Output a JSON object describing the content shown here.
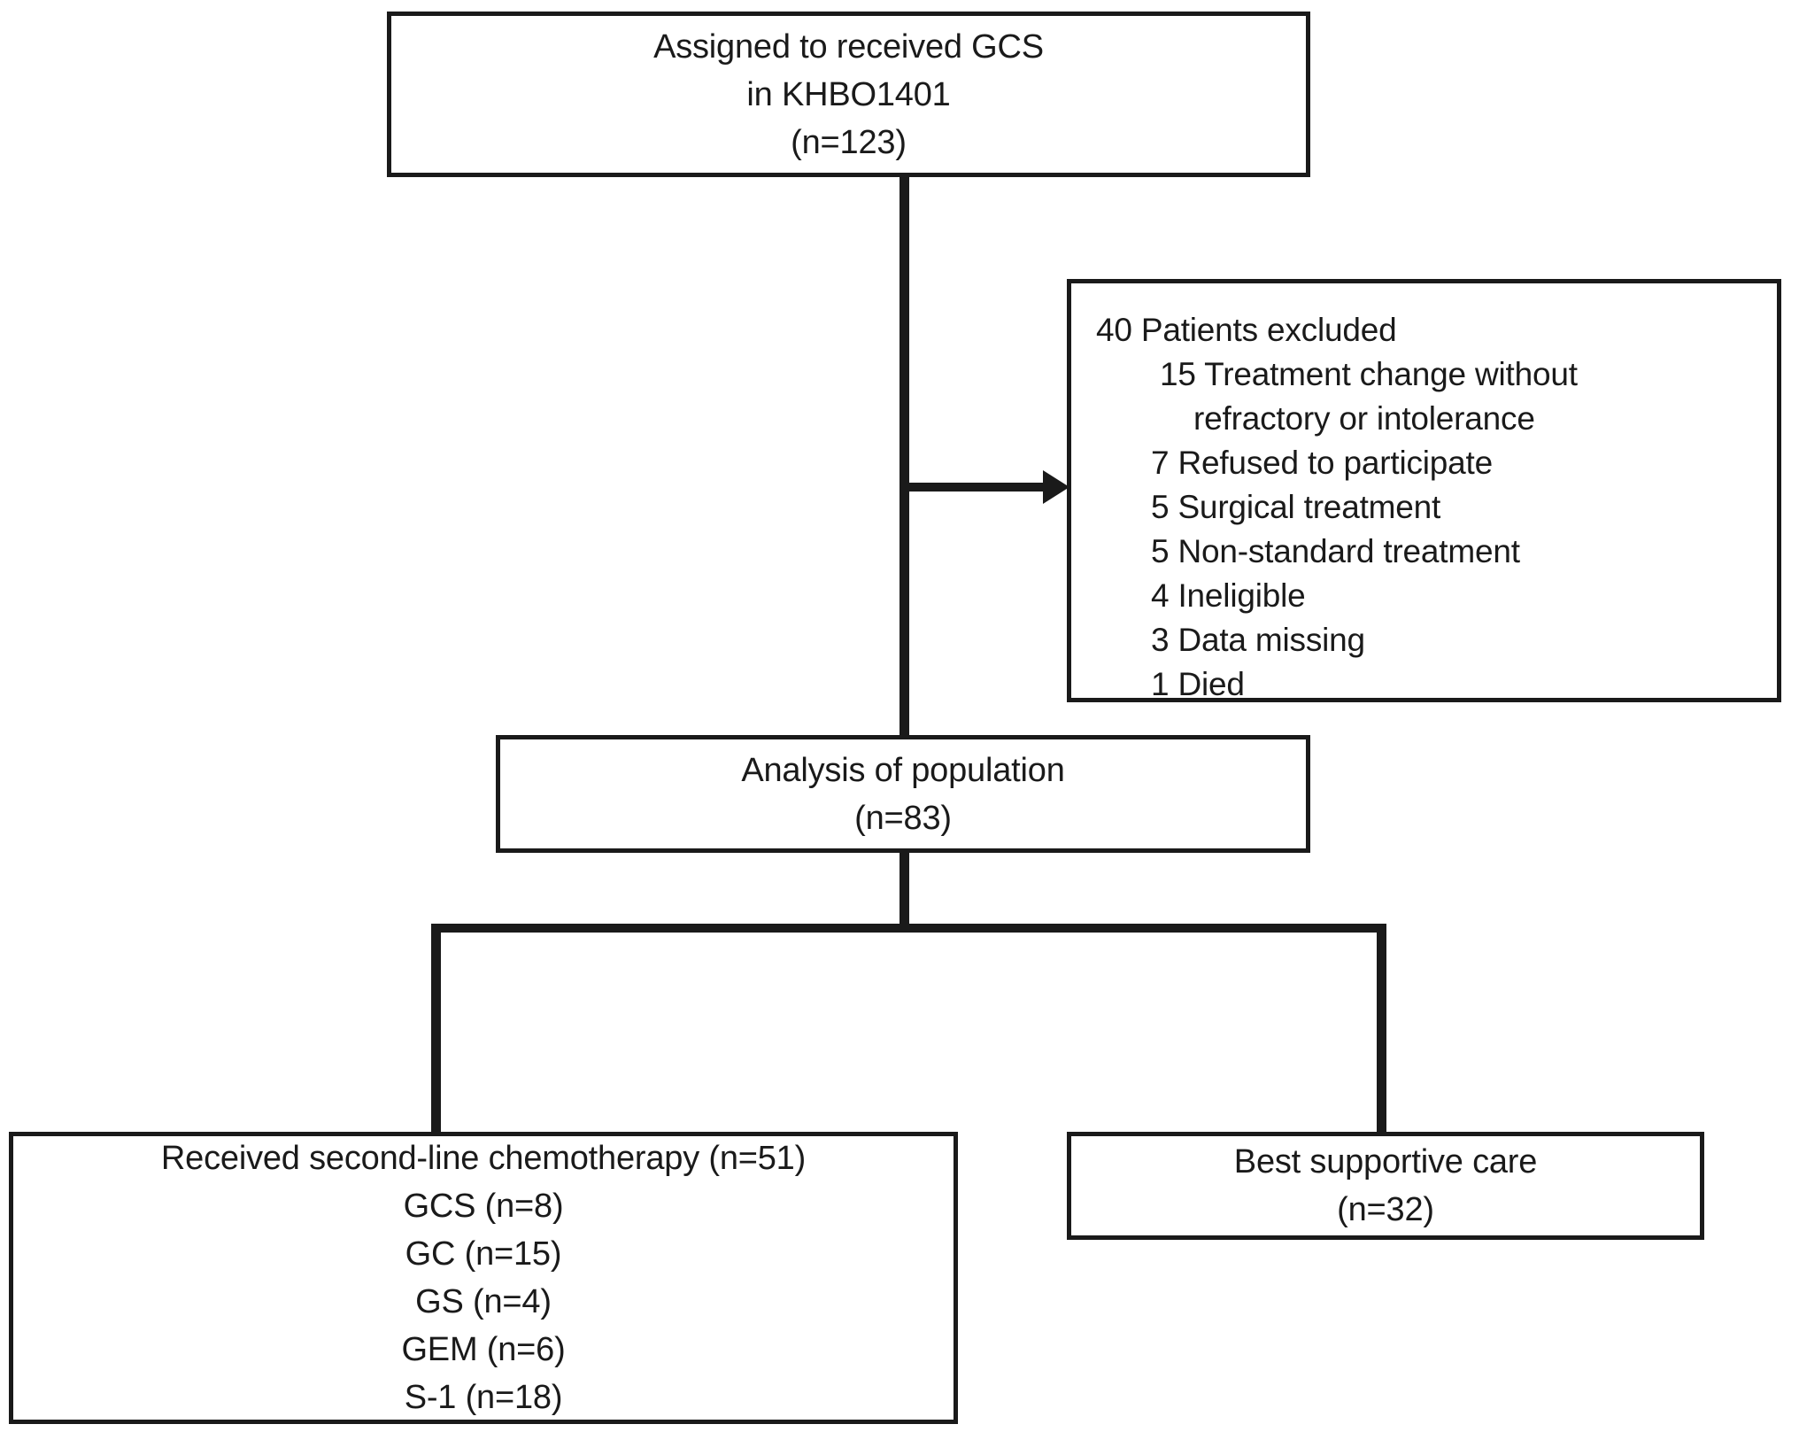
{
  "figure": {
    "type": "consort-flow-diagram",
    "title": "",
    "line_color": "#1a1a1a",
    "background": "#ffffff"
  },
  "nodes": {
    "enrolled": {
      "lines": [
        "Assigned to received GCS",
        "in KHBO1401",
        "(n=123)"
      ]
    },
    "excluded": {
      "header": "40 Patients excluded",
      "reasons": [
        {
          "label": "15 Treatment change without",
          "indent": 2
        },
        {
          "label": "refractory or intolerance",
          "indent": 3
        },
        {
          "label": "7 Refused to participate",
          "indent": 4
        },
        {
          "label": "5 Surgical treatment",
          "indent": 4
        },
        {
          "label": "5 Non-standard treatment",
          "indent": 4
        },
        {
          "label": "4 Ineligible",
          "indent": 4
        },
        {
          "label": "3 Data missing",
          "indent": 4
        },
        {
          "label": "1 Died",
          "indent": 4
        }
      ]
    },
    "analysis": {
      "lines": [
        "Analysis of population",
        "(n=83)"
      ]
    },
    "second_line": {
      "lines": [
        "Received second-line chemotherapy (n=51)",
        "GCS (n=8)",
        "GC (n=15)",
        "GS (n=4)",
        "GEM (n=6)",
        "S-1 (n=18)"
      ]
    },
    "bsc": {
      "lines": [
        "Best supportive care",
        "(n=32)"
      ]
    }
  },
  "chart_data": {
    "type": "flowchart",
    "counts": {
      "assigned_gcs_khbo1401": 123,
      "excluded_total": 40,
      "analysis_population": 83,
      "received_second_line_chemotherapy": 51,
      "best_supportive_care": 32
    },
    "exclusion_breakdown": [
      {
        "reason": "Treatment change without refractory or intolerance",
        "n": 15
      },
      {
        "reason": "Refused to participate",
        "n": 7
      },
      {
        "reason": "Surgical treatment",
        "n": 5
      },
      {
        "reason": "Non-standard treatment",
        "n": 5
      },
      {
        "reason": "Ineligible",
        "n": 4
      },
      {
        "reason": "Data missing",
        "n": 3
      },
      {
        "reason": "Died",
        "n": 1
      }
    ],
    "second_line_regimens": [
      {
        "regimen": "GCS",
        "n": 8
      },
      {
        "regimen": "GC",
        "n": 15
      },
      {
        "regimen": "GS",
        "n": 4
      },
      {
        "regimen": "GEM",
        "n": 6
      },
      {
        "regimen": "S-1",
        "n": 18
      }
    ]
  }
}
